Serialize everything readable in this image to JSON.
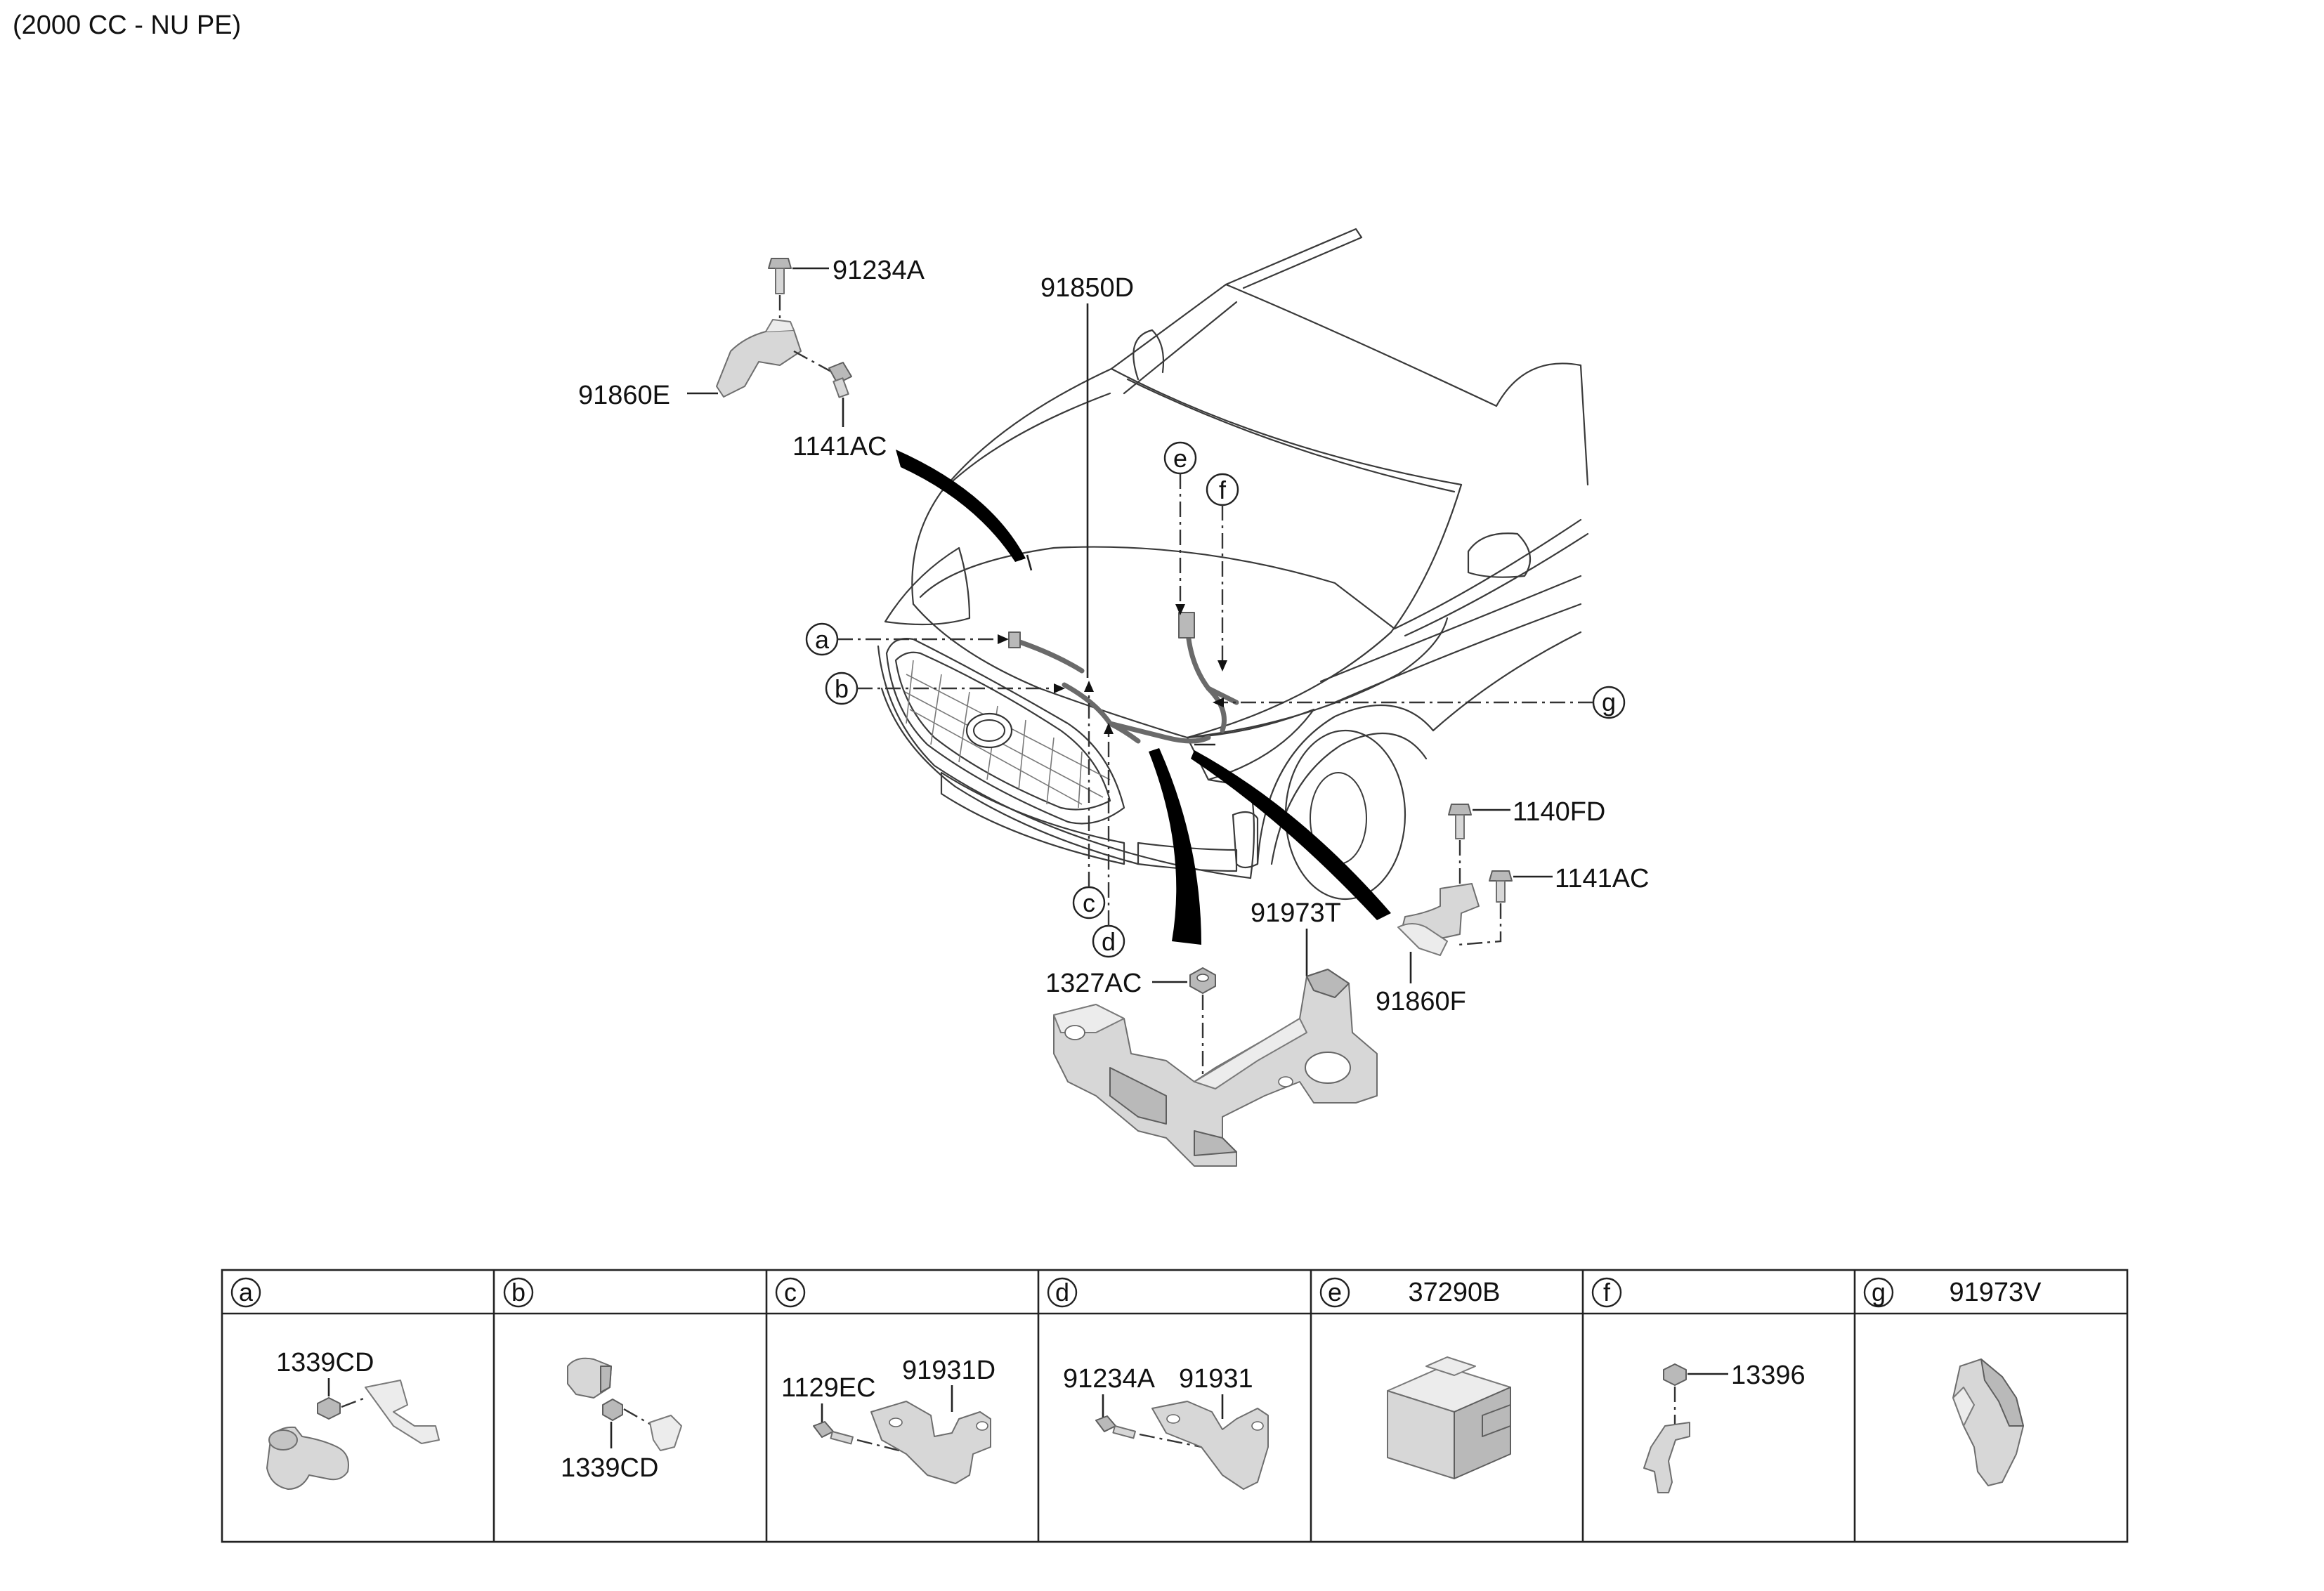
{
  "header": {
    "engine_text": "(2000 CC - NU PE)"
  },
  "parts": {
    "p91234a": "91234A",
    "p91860e": "91860E",
    "p1141ac_top": "1141AC",
    "p91850d": "91850D",
    "p1140fd": "1140FD",
    "p1141ac_right": "1141AC",
    "p91973t": "91973T",
    "p1327ac": "1327AC",
    "p91860f": "91860F"
  },
  "callouts": [
    "a",
    "b",
    "c",
    "d",
    "e",
    "f",
    "g"
  ],
  "table": {
    "cells": [
      {
        "letter": "a",
        "header_part": "",
        "parts": [
          "1339CD"
        ]
      },
      {
        "letter": "b",
        "header_part": "",
        "parts": [
          "1339CD"
        ]
      },
      {
        "letter": "c",
        "header_part": "",
        "parts": [
          "1129EC",
          "91931D"
        ]
      },
      {
        "letter": "d",
        "header_part": "",
        "parts": [
          "91234A",
          "91931"
        ]
      },
      {
        "letter": "e",
        "header_part": "37290B",
        "parts": []
      },
      {
        "letter": "f",
        "header_part": "",
        "parts": [
          "13396"
        ]
      },
      {
        "letter": "g",
        "header_part": "91973V",
        "parts": []
      }
    ]
  },
  "colors": {
    "line": "#222222",
    "part_fill": "#d7d7d7",
    "leader_arrow": "#000000"
  }
}
